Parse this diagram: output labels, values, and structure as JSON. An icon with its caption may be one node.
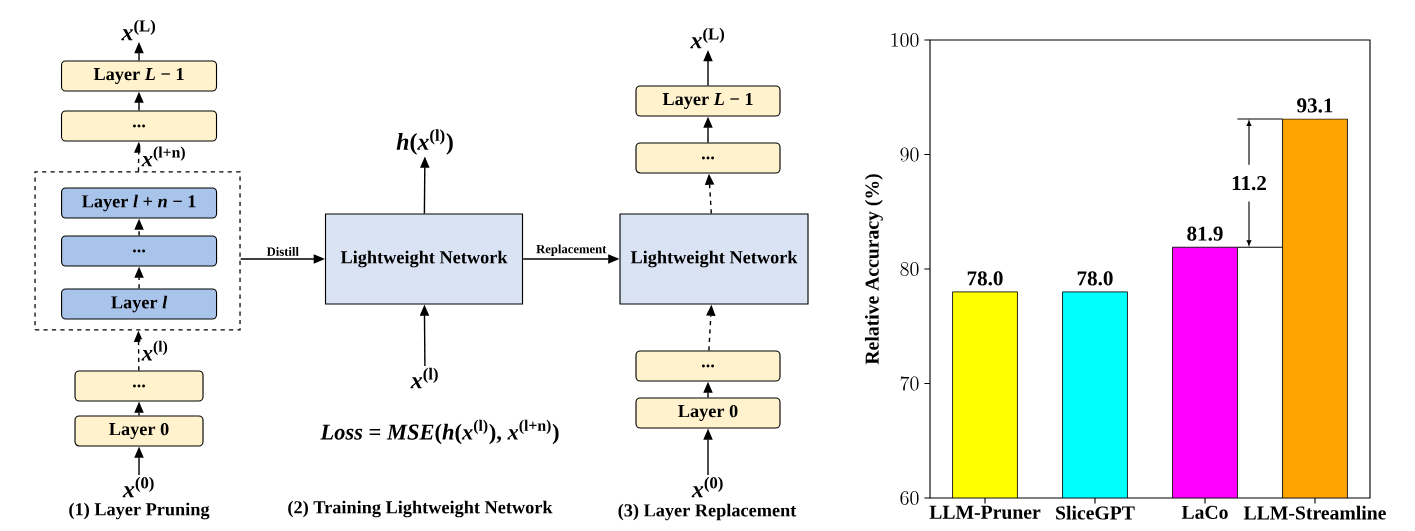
{
  "diagram": {
    "nodes": [
      {
        "text": [
          "*x*$^{(L)}$"
        ]
      },
      {
        "text": [
          "Layer *L* − 1"
        ]
      },
      {
        "text": [
          "..."
        ]
      },
      {
        "text": [],
        "shape": "box"
      },
      {
        "text": [
          "Layer *l* + *n* − 1"
        ],
        "in": 3
      },
      {
        "text": [
          "..."
        ],
        "in": 3
      },
      {
        "text": [
          "Layer *l*"
        ],
        "in": 3
      },
      {
        "text": [
          "..."
        ]
      },
      {
        "text": [
          "Layer 0"
        ]
      },
      {
        "text": [
          "*x*$^{(0)}$"
        ]
      },
      {
        "text": [
          "*h*(*x*$^{(l)}$)"
        ]
      },
      {
        "text": [
          "Lightweight Network"
        ]
      },
      {
        "text": [
          "*x*$^{(l)}$"
        ]
      },
      {
        "text": [
          "*x*$^{(L)}$"
        ]
      },
      {
        "text": [
          "Layer *L* − 1"
        ]
      },
      {
        "text": [
          "..."
        ]
      },
      {
        "text": [
          "Lightweight Network"
        ]
      },
      {
        "text": [
          "..."
        ]
      },
      {
        "text": [
          "Layer 0"
        ]
      },
      {
        "text": [
          "*x*$^{(0)}$"
        ]
      }
    ],
    "edges": [
      {
        "from": 9,
        "to": 8,
        "arrow": "to"
      },
      {
        "from": 8,
        "to": 7,
        "arrow": "to"
      },
      {
        "from": 7,
        "to": 3,
        "arrow": "to",
        "style": "dashed",
        "label": "*x*$^{(l)}$"
      },
      {
        "from": 6,
        "to": 5,
        "arrow": "to",
        "style": "dashed"
      },
      {
        "from": 5,
        "to": 4,
        "arrow": "to",
        "style": "dashed"
      },
      {
        "from": 3,
        "to": 2,
        "arrow": "to",
        "style": "dashed",
        "label": "*x*$^{(l+n)}$"
      },
      {
        "from": 2,
        "to": 1,
        "arrow": "to"
      },
      {
        "from": 1,
        "to": 0,
        "arrow": "to"
      },
      {
        "from": 3,
        "to": 11,
        "arrow": "to",
        "label": "Distill"
      },
      {
        "from": 12,
        "to": 11,
        "arrow": "to"
      },
      {
        "from": 11,
        "to": 10,
        "arrow": "to"
      },
      {
        "from": 11,
        "to": 16,
        "arrow": "to",
        "label": "Replacement"
      },
      {
        "from": 19,
        "to": 18,
        "arrow": "to"
      },
      {
        "from": 18,
        "to": 17,
        "arrow": "to"
      },
      {
        "from": 17,
        "to": 16,
        "arrow": "to",
        "style": "dashed"
      },
      {
        "from": 16,
        "to": 15,
        "arrow": "to",
        "style": "dashed"
      },
      {
        "from": 15,
        "to": 14,
        "arrow": "to"
      },
      {
        "from": 14,
        "to": 13,
        "arrow": "to"
      }
    ],
    "labels": [
      "*Loss* = *MSE*(*h*(*x*$^{(l)}$), *x*$^{(l+n)}$)",
      "(1) Layer Pruning",
      "(2) Training Lightweight Network",
      "(3) Layer Replacement"
    ],
    "chart_data": {
      "type": "bar",
      "ylabel": "Relative Accuracy (%)",
      "categories": [
        "LLM-Pruner",
        "SliceGPT",
        "LaCo",
        "LLM-Streamline"
      ],
      "series": [
        {
          "color": [
            "#ffff00",
            "#00ffff",
            "#ff00ff",
            "#ffa500"
          ],
          "values": [
            78.0,
            78.0,
            81.9,
            93.1
          ]
        }
      ],
      "ylim": [
        60,
        100
      ],
      "yticks": [
        60,
        70,
        80,
        90,
        100
      ],
      "value_labels": [
        "78.0",
        "78.0",
        "81.9",
        "93.1"
      ],
      "annotations": [
        {
          "text": "11.2"
        }
      ]
    }
  }
}
